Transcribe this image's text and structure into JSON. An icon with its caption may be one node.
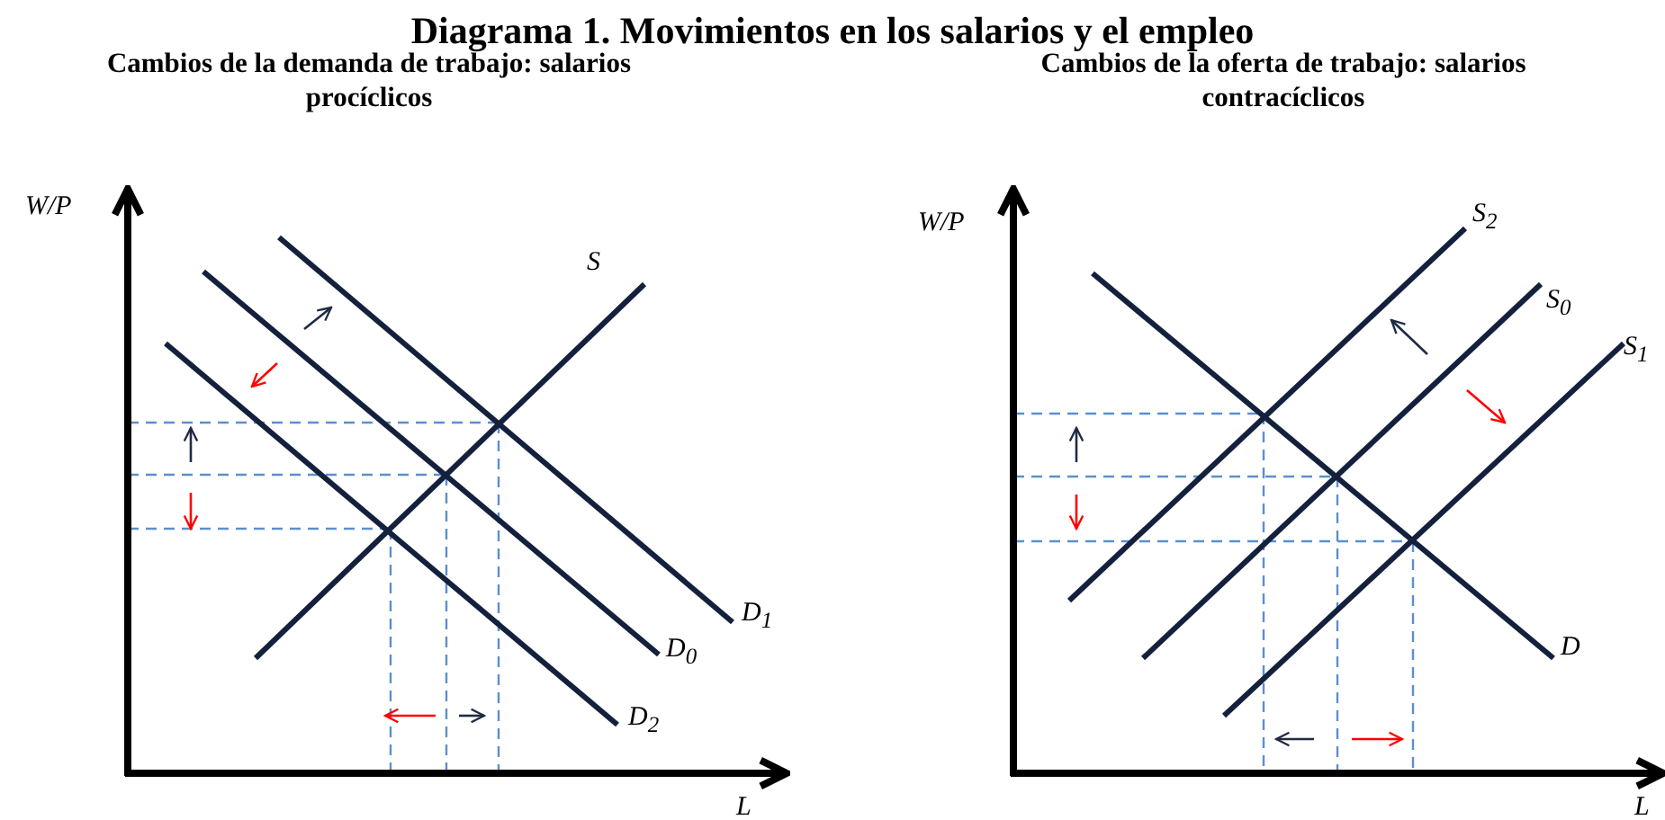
{
  "diagram": {
    "title": "Diagrama 1. Movimientos en los salarios y el empleo",
    "labels": [
      "Cambios de la demanda de trabajo: salarios procíclicos",
      "Cambios de la oferta de trabajo: salarios contracíclicos",
      "W/P",
      "S",
      "D$_{1}$",
      "D$_{0}$",
      "D$_{2}$",
      "L",
      "W/P",
      "S$_{2}$",
      "S$_{0}$",
      "S$_{1}$",
      "D",
      "L"
    ]
  }
}
